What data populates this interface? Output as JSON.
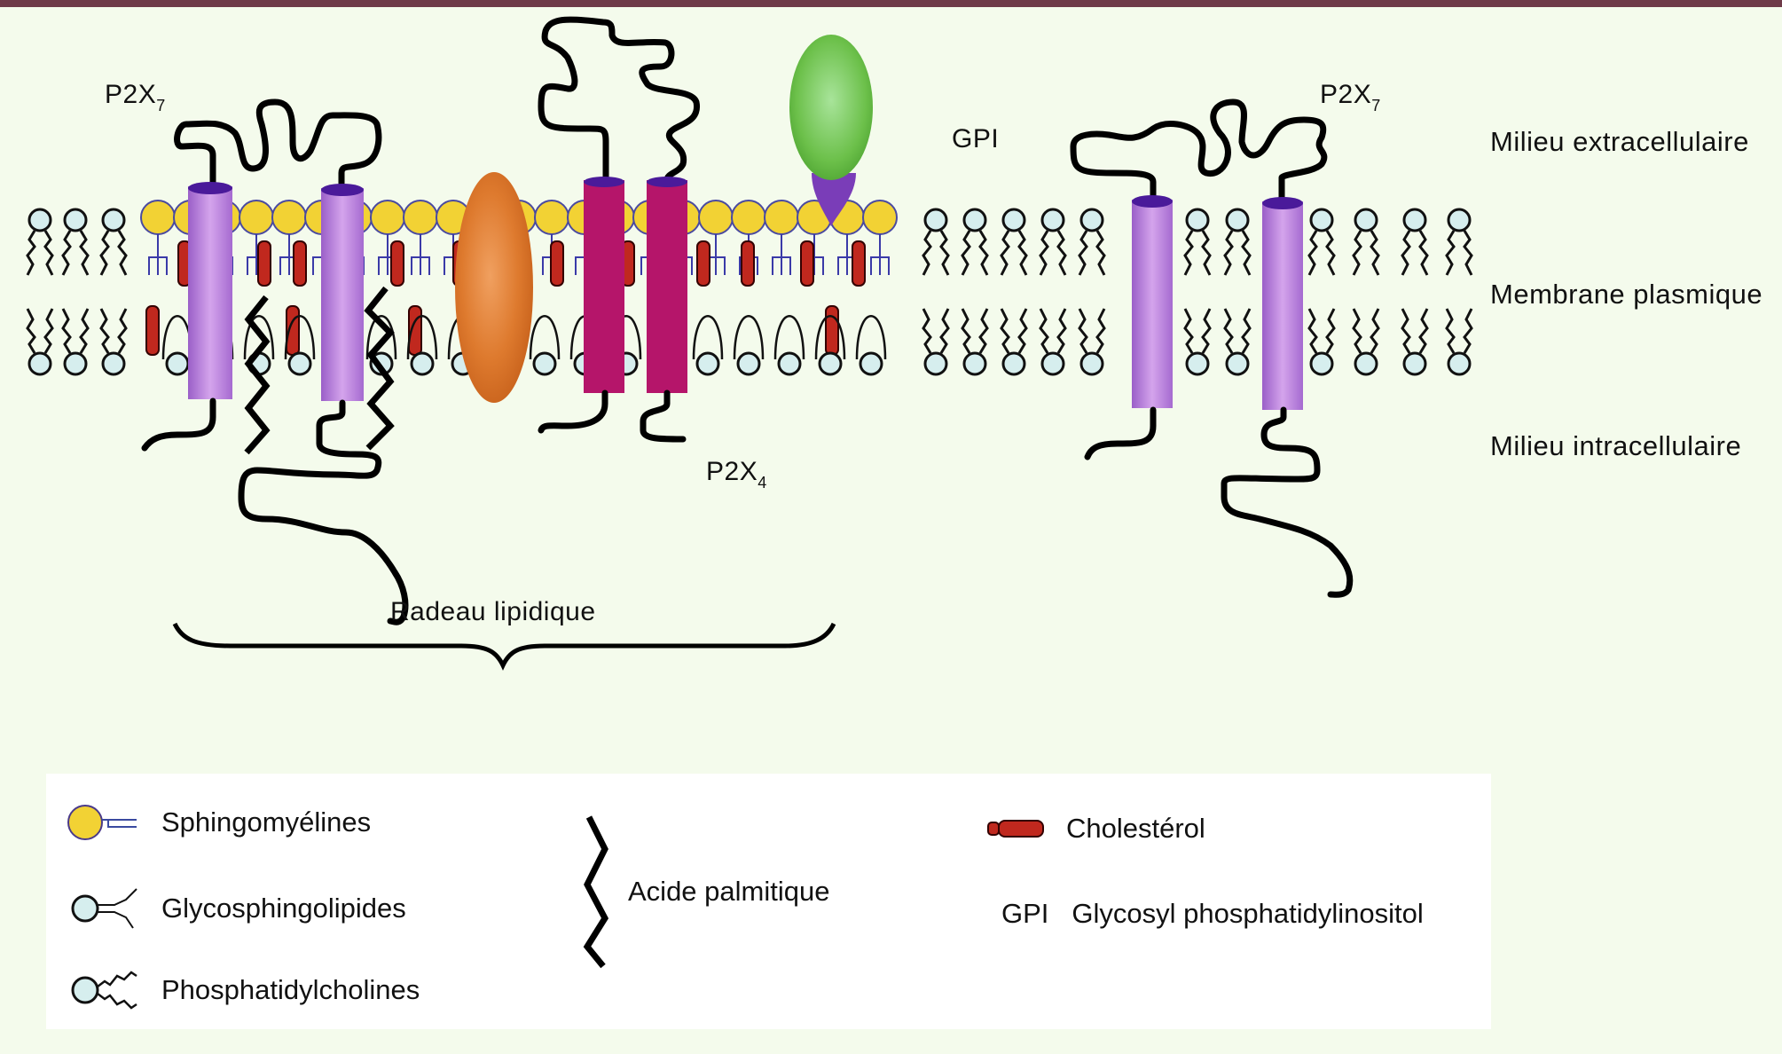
{
  "labels": {
    "p2x7_left": {
      "base": "P2X",
      "sub": "7"
    },
    "p2x7_right": {
      "base": "P2X",
      "sub": "7"
    },
    "p2x4": {
      "base": "P2X",
      "sub": "4"
    },
    "gpi": "GPI",
    "extracellular": "Milieu extracellulaire",
    "membrane": "Membrane plasmique",
    "intracellular": "Milieu intracellulaire",
    "lipid_raft": "Radeau lipidique"
  },
  "legend": {
    "items": [
      {
        "icon": "sphingomyelin-icon",
        "label": "Sphingomyélines"
      },
      {
        "icon": "glycosphingolipid-icon",
        "label": "Glycosphingolipides"
      },
      {
        "icon": "phosphatidylcholine-icon",
        "label": "Phosphatidylcholines"
      },
      {
        "icon": "palmitic-acid-icon",
        "label": "Acide palmitique"
      },
      {
        "icon": "cholesterol-icon",
        "label": "Cholestérol"
      },
      {
        "abbr": "GPI",
        "label": "Glycosyl phosphatidylinositol"
      }
    ]
  },
  "colors": {
    "background": "#f4fbec",
    "top_bar": "#6e3a48",
    "p2x7": "#b77fdc",
    "p2x4": "#b5156a",
    "orange_protein": "#d9742a",
    "gpi_protein": "#6cc04a",
    "gpi_anchor": "#7a3db8",
    "sphingomyelin_head": "#f2d234",
    "phospholipid_head": "#d6eeee",
    "cholesterol": "#c0281e"
  }
}
